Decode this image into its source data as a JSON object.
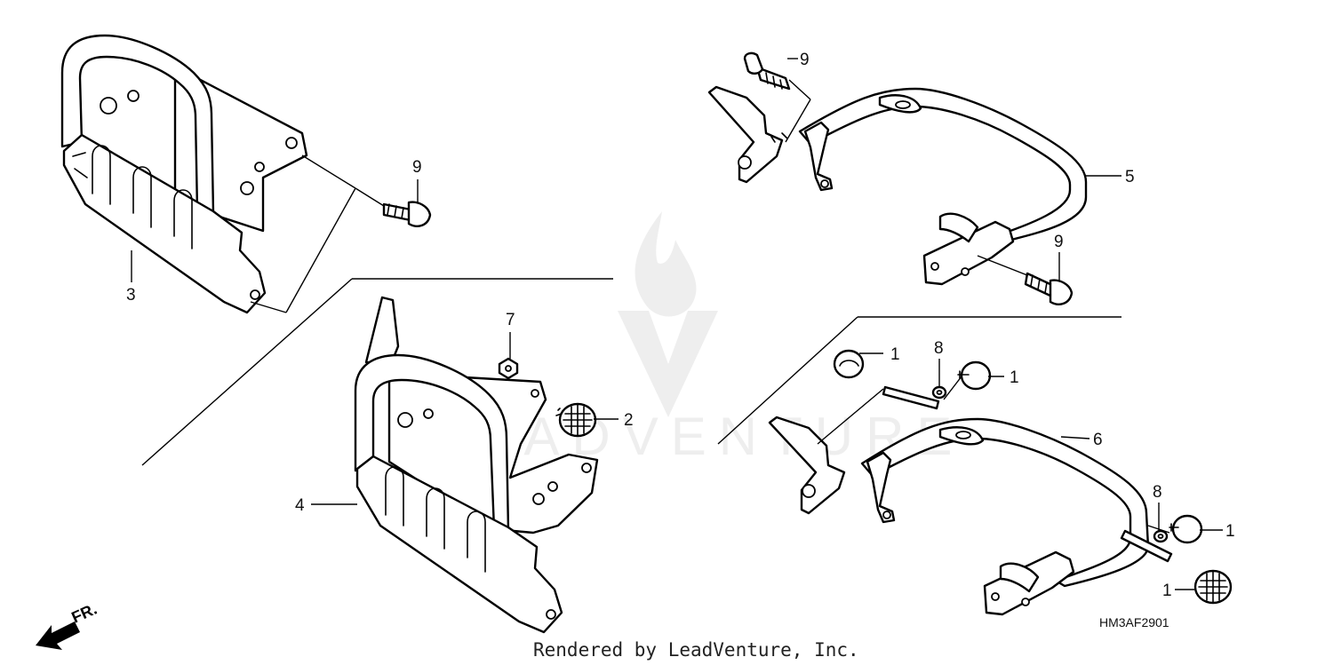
{
  "diagram": {
    "callouts": [
      {
        "id": "c1a",
        "label": "1"
      },
      {
        "id": "c1b",
        "label": "1"
      },
      {
        "id": "c1c",
        "label": "1"
      },
      {
        "id": "c1d",
        "label": "1"
      },
      {
        "id": "c2",
        "label": "2"
      },
      {
        "id": "c3",
        "label": "3"
      },
      {
        "id": "c4",
        "label": "4"
      },
      {
        "id": "c5",
        "label": "5"
      },
      {
        "id": "c6",
        "label": "6"
      },
      {
        "id": "c7",
        "label": "7"
      },
      {
        "id": "c8a",
        "label": "8"
      },
      {
        "id": "c8b",
        "label": "8"
      },
      {
        "id": "c9a",
        "label": "9"
      },
      {
        "id": "c9b",
        "label": "9"
      },
      {
        "id": "c9c",
        "label": "9"
      }
    ],
    "diagram_code": "HM3AF2901",
    "direction_label": "FR.",
    "footer_text": "Rendered by LeadVenture, Inc.",
    "watermark_text": "LEADVENTURE",
    "colors": {
      "line": "#000000",
      "background": "#ffffff",
      "watermark": "#eeeeee"
    }
  }
}
